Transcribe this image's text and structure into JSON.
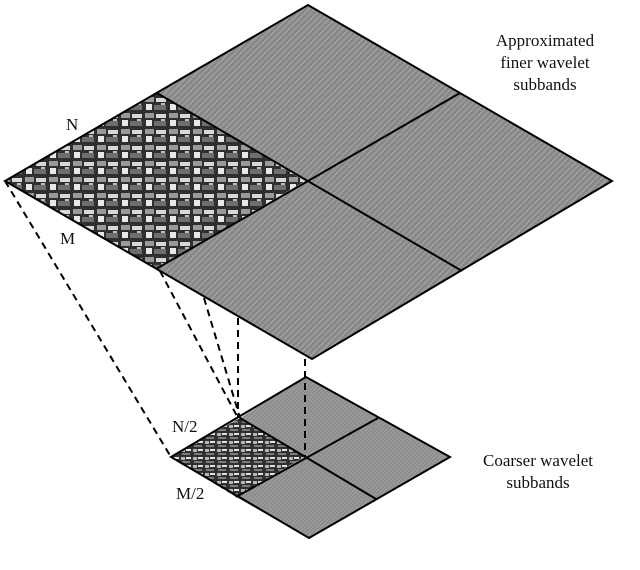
{
  "labels": {
    "fine_rows": "N",
    "fine_cols": "M",
    "coarse_rows": "N/2",
    "coarse_cols": "M/2"
  },
  "captions": {
    "finer": [
      "Approximated",
      "finer wavelet",
      "subbands"
    ],
    "coarser": [
      "Coarser wavelet",
      "subbands"
    ]
  },
  "colors": {
    "subband_gray": "#8e8e8e",
    "approx_dark": "#3a3a3a",
    "outline": "#000000"
  }
}
